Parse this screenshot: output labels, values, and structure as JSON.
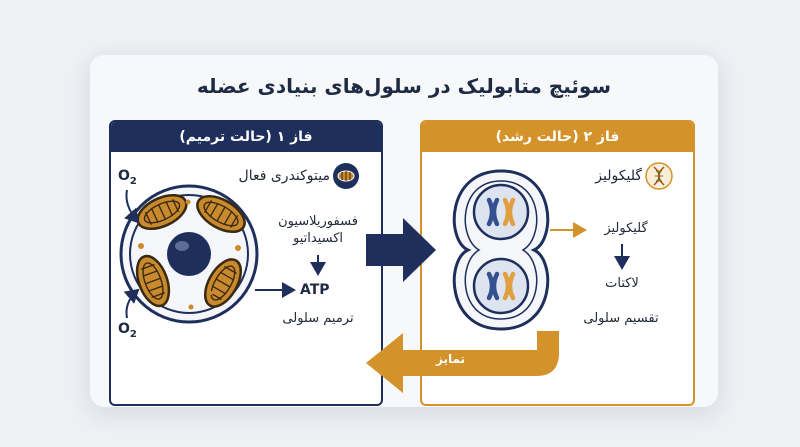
{
  "title": "سوئیچ متابولیک در سلول‌های بنیادی عضله",
  "phase1": {
    "header": "فاز ۱ (حالت ترمیم)",
    "icon_label": "میتوکندری فعال",
    "step1_line1": "فسفوریلاسیون",
    "step1_line2": "اکسیداتیو",
    "atp": "ATP",
    "outcome": "ترمیم سلولی",
    "o2_symbol": "O",
    "o2_subscript": "2"
  },
  "phase2": {
    "header": "فاز ۲ (حالت رشد)",
    "icon_label": "گلیکولیز",
    "step1": "گلیکولیز",
    "step2": "لاکتات",
    "outcome": "تقسیم سلولی"
  },
  "return_arrow_label": "تمایز",
  "colors": {
    "navy": "#1f2f5c",
    "orange": "#d4922a",
    "mito_fill": "#c98a2e",
    "chromosome_blue": "#34508f",
    "chromosome_orange": "#e0a040"
  },
  "icons": {
    "phase1": "mitochondrion-icon",
    "phase2": "dna-icon"
  }
}
